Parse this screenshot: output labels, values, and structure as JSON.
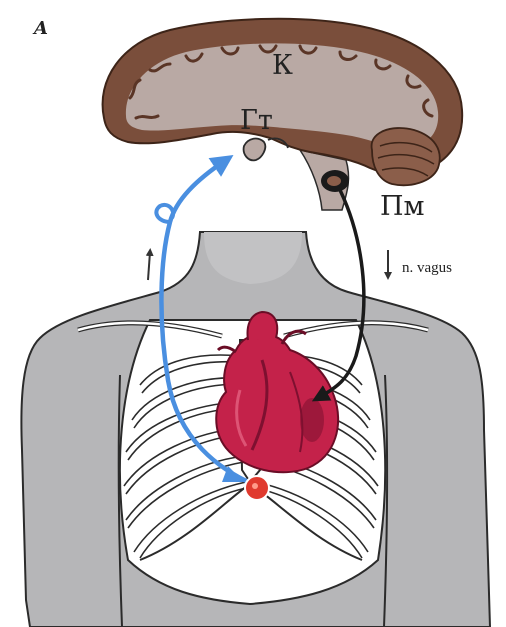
{
  "figure": {
    "panel_label": "A",
    "labels": {
      "cortex": "К",
      "hypothalamus": "Гт",
      "medulla": "Пм",
      "nerve": "n. vagus"
    }
  },
  "colors": {
    "brain_cortex": "#7a4e3b",
    "brain_inner": "#b9a9a4",
    "body": "#b6b6b8",
    "outline": "#2b2b2b",
    "heart": "#c4224a",
    "heart_dark": "#7e1030",
    "afferent_path": "#4a8fe0",
    "efferent_path": "#1a1a1a",
    "receptor": "#e03a2e"
  }
}
